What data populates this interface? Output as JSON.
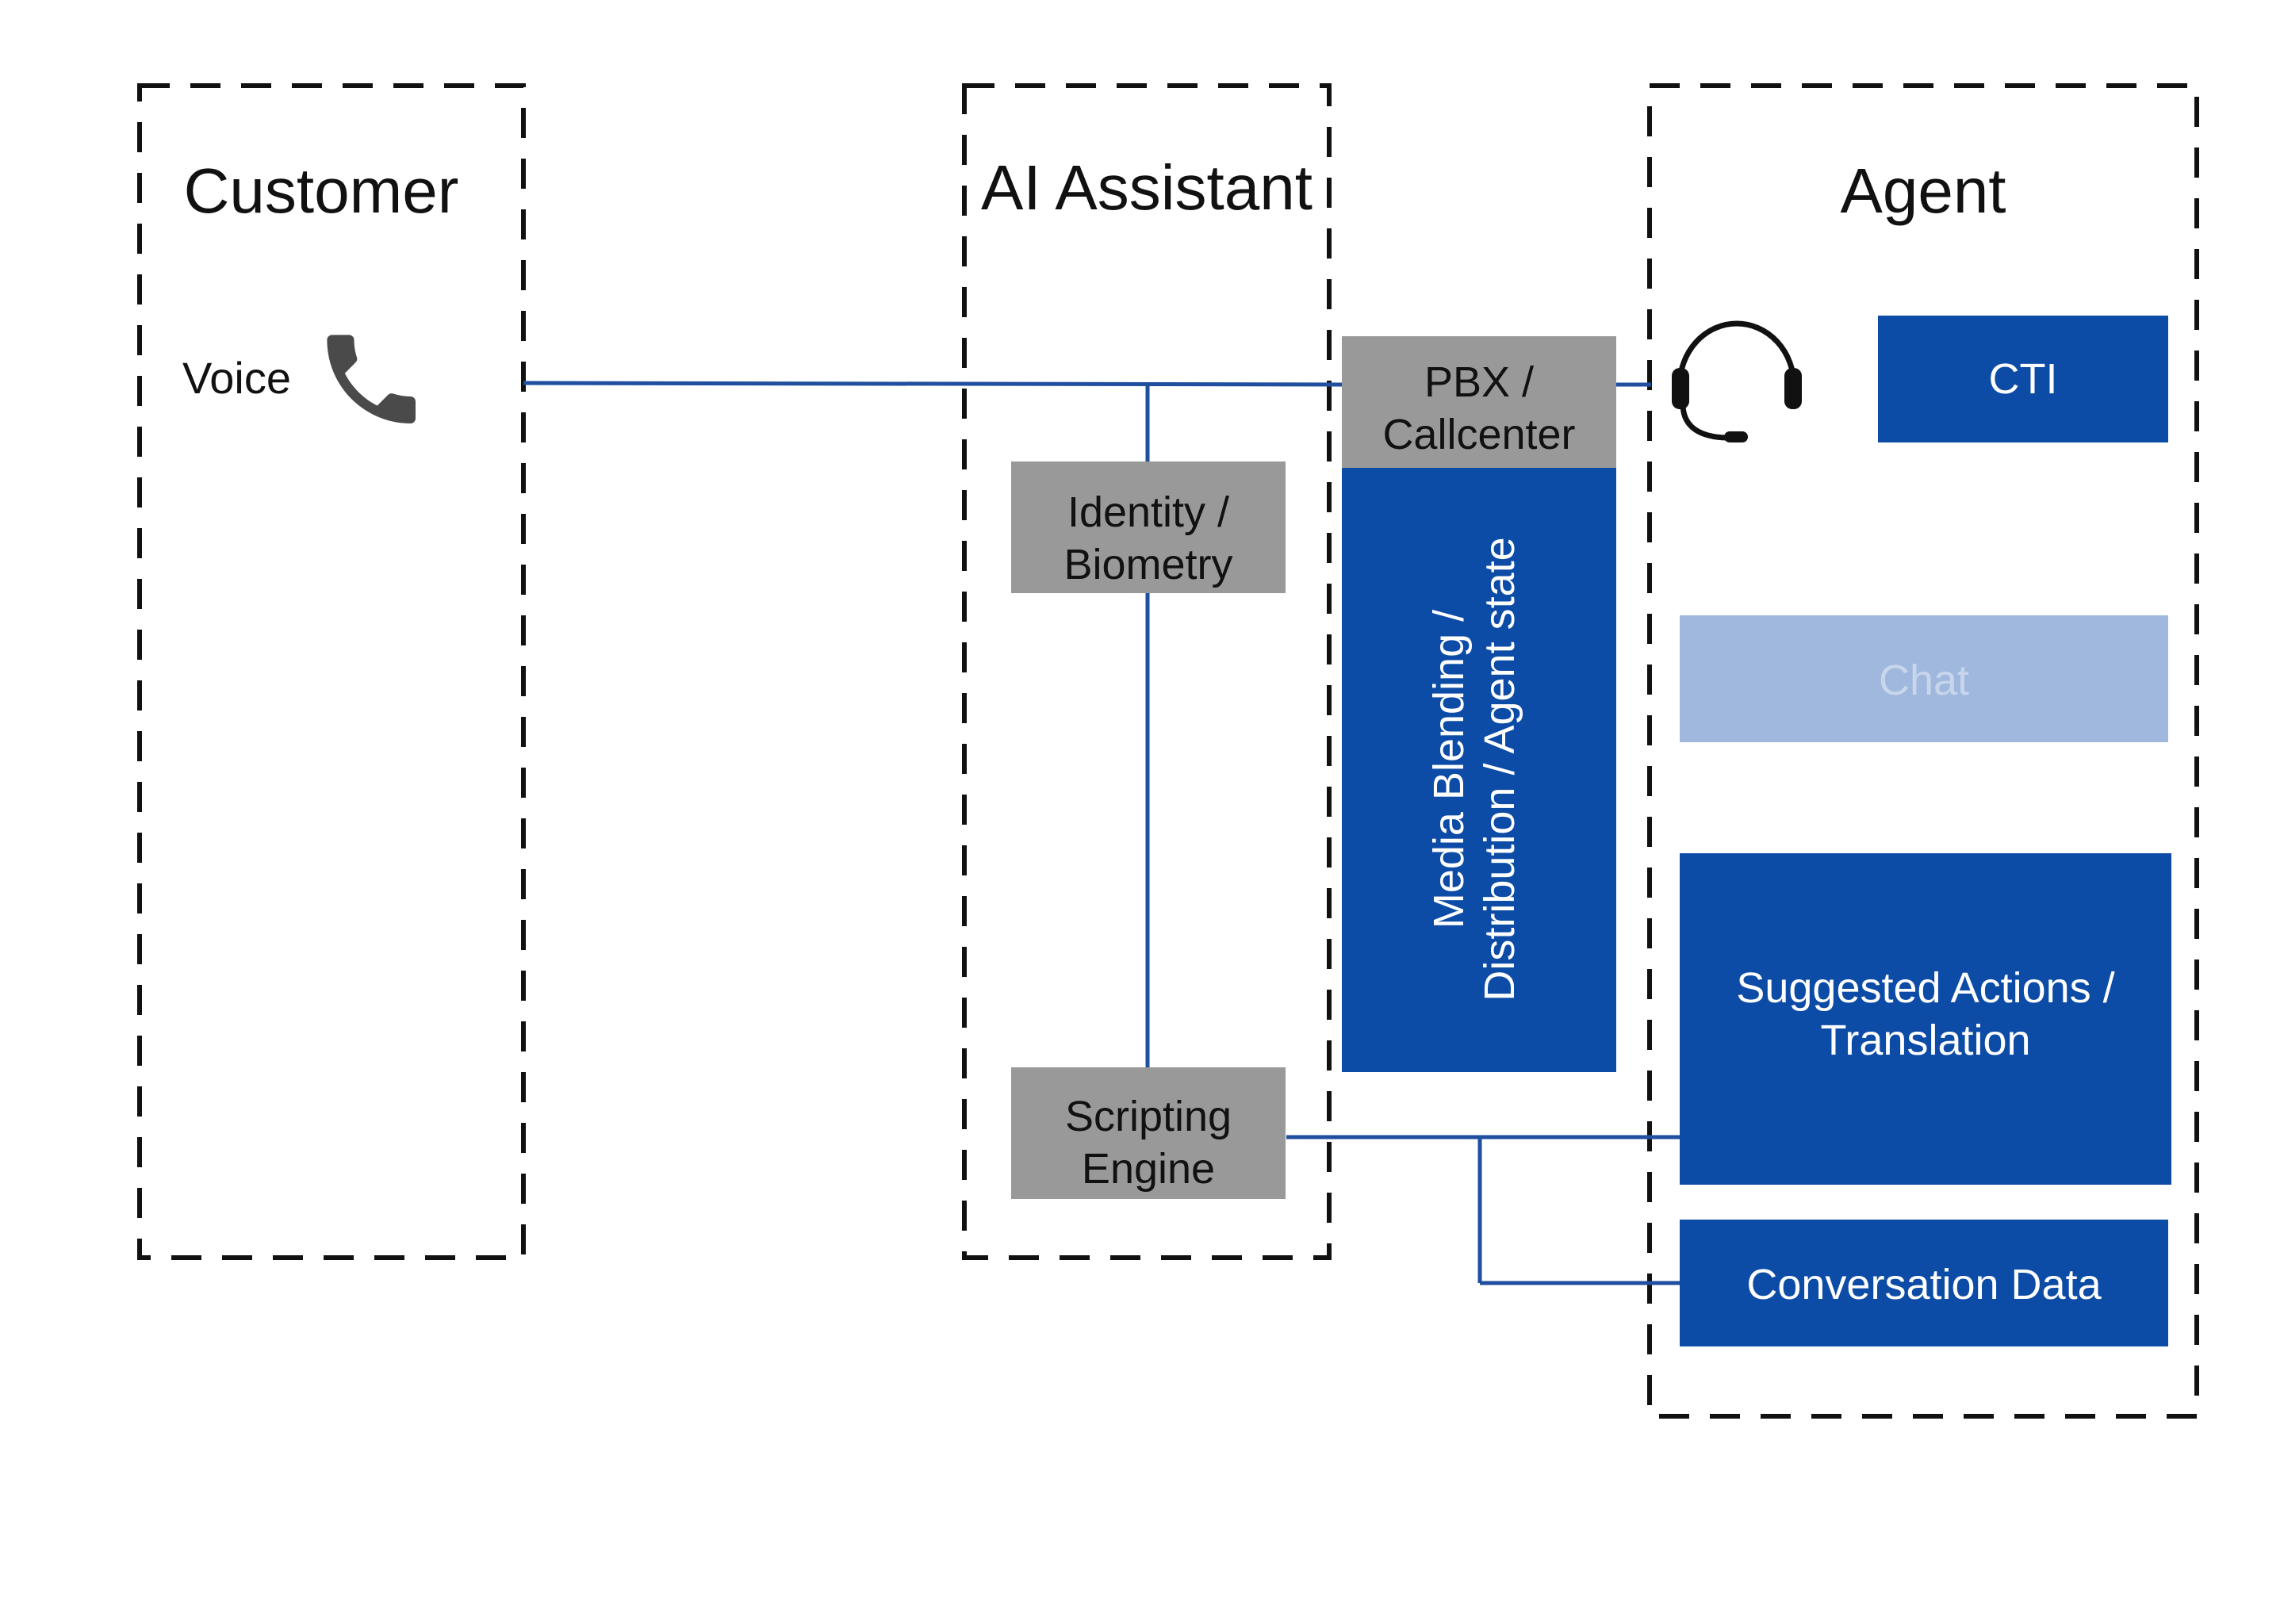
{
  "lanes": {
    "customer": "Customer",
    "ai_assistant": "AI Assistant",
    "agent": "Agent"
  },
  "customer": {
    "voice_label": "Voice",
    "phone_icon": "phone-icon"
  },
  "ai_assistant": {
    "identity_line1": "Identity /",
    "identity_line2": "Biometry",
    "scripting_line1": "Scripting",
    "scripting_line2": "Engine"
  },
  "pbx": {
    "line1": "PBX /",
    "line2": "Callcenter"
  },
  "media": {
    "line1": "Media Blending /",
    "line2": "Distribution / Agent state"
  },
  "agent": {
    "headset_icon": "headset-icon",
    "cti": "CTI",
    "chat": "Chat",
    "suggested_line1": "Suggested Actions /",
    "suggested_line2": "Translation",
    "conversation_data": "Conversation Data"
  },
  "colors": {
    "accent_blue": "#0d4ca6",
    "light_blue": "#a0b8de",
    "gray_box": "#999999",
    "connector": "#1f4f9e",
    "dash": "#111111",
    "icon_dark": "#4a4a4a"
  }
}
